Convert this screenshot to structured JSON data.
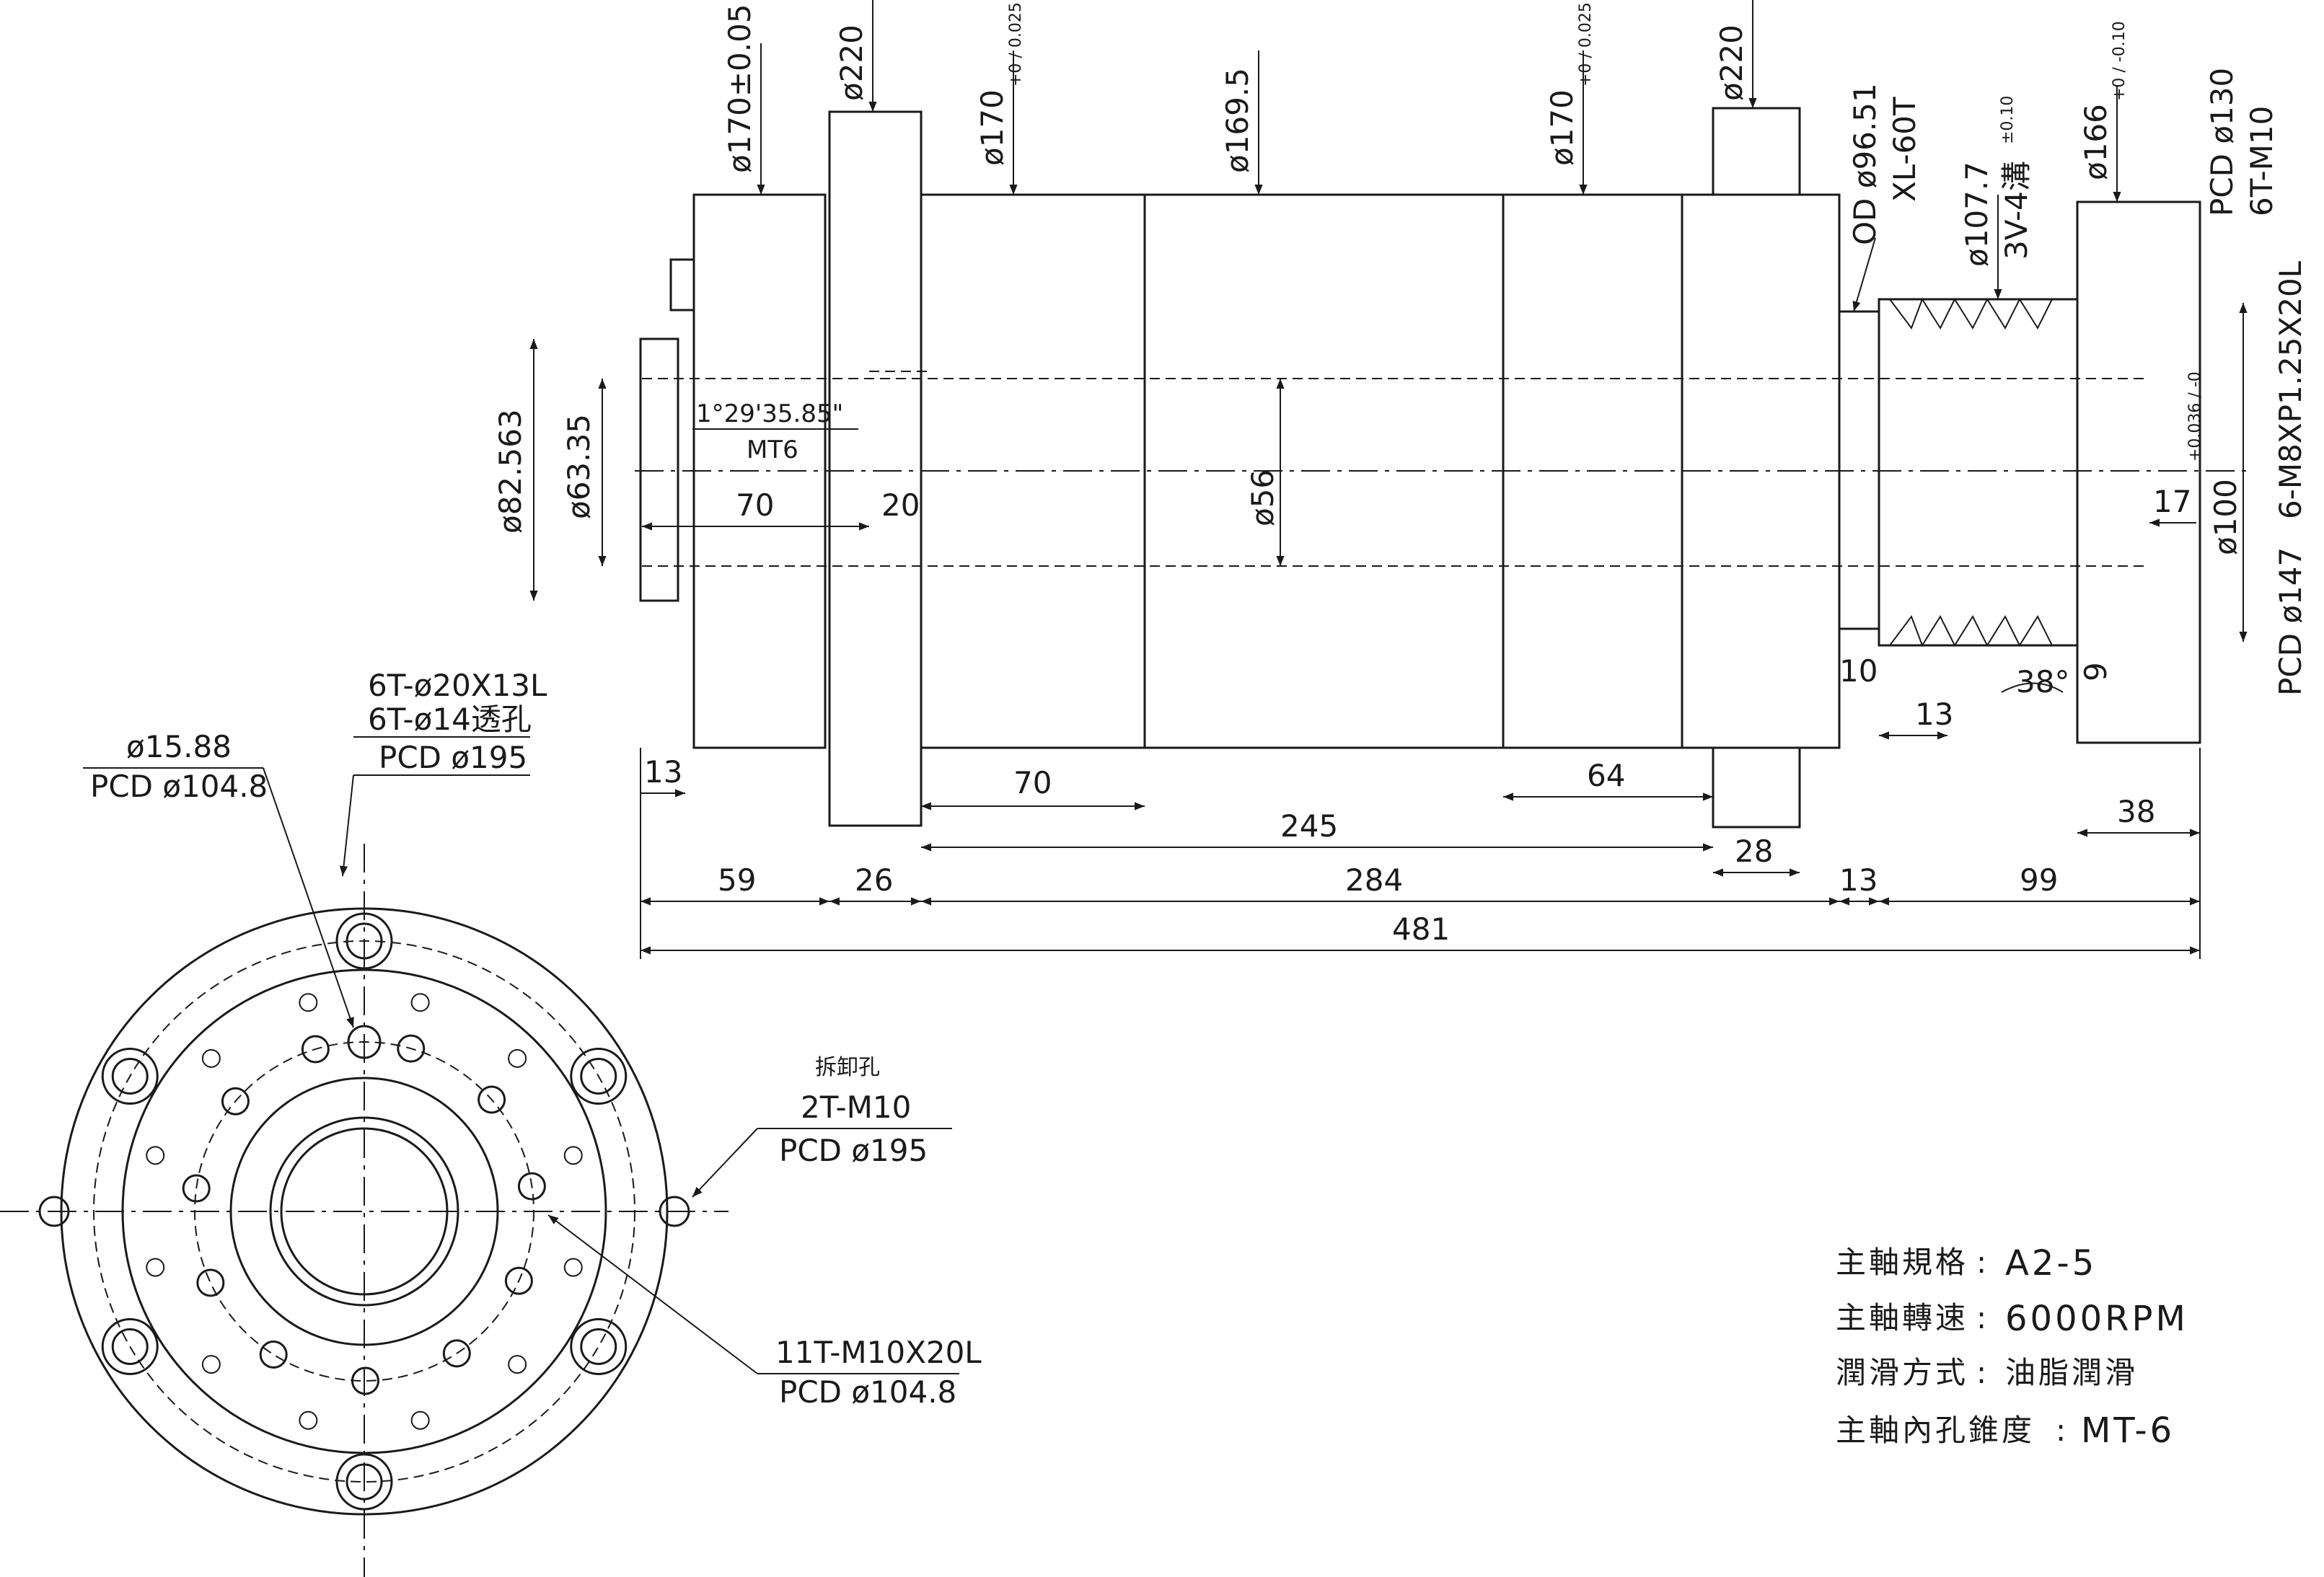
{
  "side_view": {
    "diameters_top": {
      "d_rear": "ø170±0.05",
      "d_flange": "ø220",
      "d_front_body": "ø170",
      "d_front_body_tol": "+0 / 0.025",
      "d_middle": "ø169.5",
      "d_rear_body": "ø170",
      "d_rear_body_tol": "+0 / 0.025",
      "d_front_cap": "ø220",
      "od_pulley": "OD ø96.51",
      "belt": "XL-60T",
      "d_groove": "ø107.7",
      "d_groove_tol": "±0.10",
      "v_belt": "3V-4溝",
      "d_nose": "ø166",
      "d_nose_tol": "+0 / -0.10",
      "pcd_130": "PCD ø130",
      "t_m10": "6T-M10"
    },
    "left_bore": {
      "taper_angle": "1°29'35.85\"",
      "taper": "MT6",
      "d_82": "ø82.563",
      "d_63": "ø63.35",
      "len_70": "70",
      "len_20": "20",
      "d_56": "ø56"
    },
    "right_side": {
      "d_100": "ø100",
      "d_100_tol": "+0.036 / -0",
      "thread": "6-M8XP1.25X20L",
      "pcd_147": "PCD ø147",
      "len_17": "17",
      "len_9": "9",
      "angle_38": "38°",
      "len_10": "10",
      "len_13b": "13",
      "len_38": "38"
    },
    "bottom_dims": {
      "d13": "13",
      "d70": "70",
      "d64": "64",
      "d245": "245",
      "d28": "28",
      "d59": "59",
      "d26": "26",
      "d284": "284",
      "d13b": "13",
      "d99": "99",
      "d481": "481"
    }
  },
  "end_view": {
    "callout_flange_1": "6T-ø20X13L",
    "callout_flange_2": "6T-ø14透孔",
    "callout_flange_3": "PCD ø195",
    "callout_pin_1": "ø15.88",
    "callout_pin_2": "PCD ø104.8",
    "callout_removal": "拆卸孔",
    "callout_removal_1": "2T-M10",
    "callout_removal_2": "PCD ø195",
    "callout_thread_1": "11T-M10X20L",
    "callout_thread_2": "PCD ø104.8"
  },
  "specs": [
    {
      "label": "主軸規格",
      "value": "A2-5"
    },
    {
      "label": "主軸轉速",
      "value": "6000RPM"
    },
    {
      "label": "潤滑方式",
      "value": "油脂潤滑"
    },
    {
      "label": "主軸內孔錐度",
      "value": "MT-6"
    }
  ]
}
